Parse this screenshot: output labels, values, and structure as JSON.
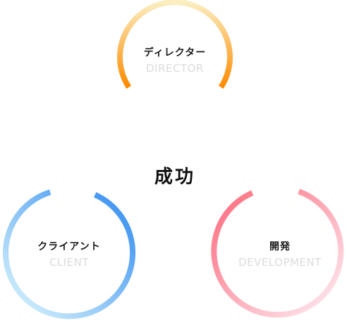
{
  "center": {
    "label": "成功"
  },
  "director": {
    "label": "ディレクター",
    "sublabel": "DIRECTOR",
    "colors": {
      "start": "#ff8a00",
      "end": "#fbeec0"
    }
  },
  "client": {
    "label": "クライアント",
    "sublabel": "CLIENT",
    "colors": {
      "start": "#2f8af0",
      "end": "#def7fc"
    }
  },
  "development": {
    "label": "開発",
    "sublabel": "DEVELOPMENT",
    "colors": {
      "start": "#ff6a7c",
      "end": "#fdeef4"
    }
  }
}
